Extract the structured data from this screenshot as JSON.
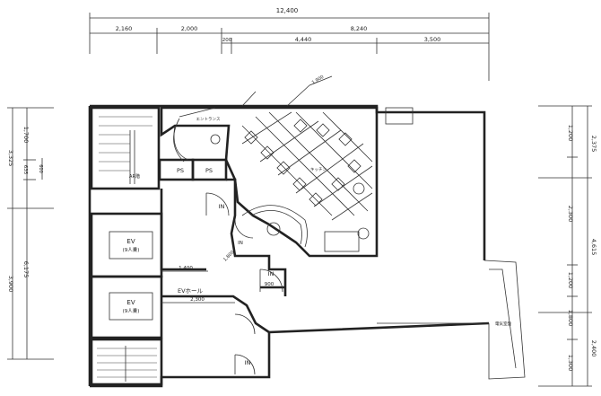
{
  "dimensions": {
    "top_total": "12,400",
    "top_row1": [
      "2,160",
      "2,000",
      "8,240"
    ],
    "top_row2": [
      "200",
      "4,440",
      "3,500"
    ],
    "left_outer": [
      "3,325",
      "3,900"
    ],
    "left_inner": [
      "1,700",
      "635",
      "6,175"
    ],
    "left_small": "600",
    "right_outer": [
      "2,375",
      "4,615",
      "2,400"
    ],
    "right_inner": [
      "1,200",
      "2,300",
      "1,200",
      "1,800",
      "1,300"
    ],
    "interior": [
      "1,400",
      "2,300",
      "1,800",
      "900",
      "1,900"
    ]
  },
  "rooms": {
    "ev_1_label": "EV",
    "ev_1_capacity": "(9人乗)",
    "ev_2_label": "EV",
    "ev_2_capacity": "(9人乗)",
    "ev_hall": "EVホール",
    "ps_1": "PS",
    "ps_2": "PS",
    "stair_label": "AR階",
    "in_labels": [
      "IN",
      "IN",
      "IN",
      "IN"
    ],
    "misc_room": "電気室盤",
    "kitchen_note": "キッチン",
    "entrance_note": "エントランス"
  }
}
